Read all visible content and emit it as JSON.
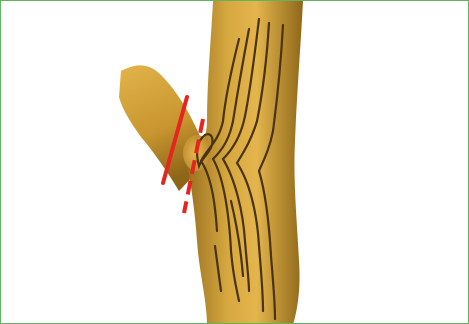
{
  "figure": {
    "subject": "tree-trunk-with-branch",
    "cut_lines": [
      {
        "id": "correct-cut",
        "style": "solid"
      },
      {
        "id": "incorrect-cut",
        "style": "dashed"
      }
    ]
  },
  "colors": {
    "frame_border": "#5fb45f",
    "bark_light": "#e0b34a",
    "bark_mid": "#c79430",
    "bark_dark": "#8a6418",
    "grain_lines": "#4a3310",
    "cut_line": "#e5251f"
  }
}
